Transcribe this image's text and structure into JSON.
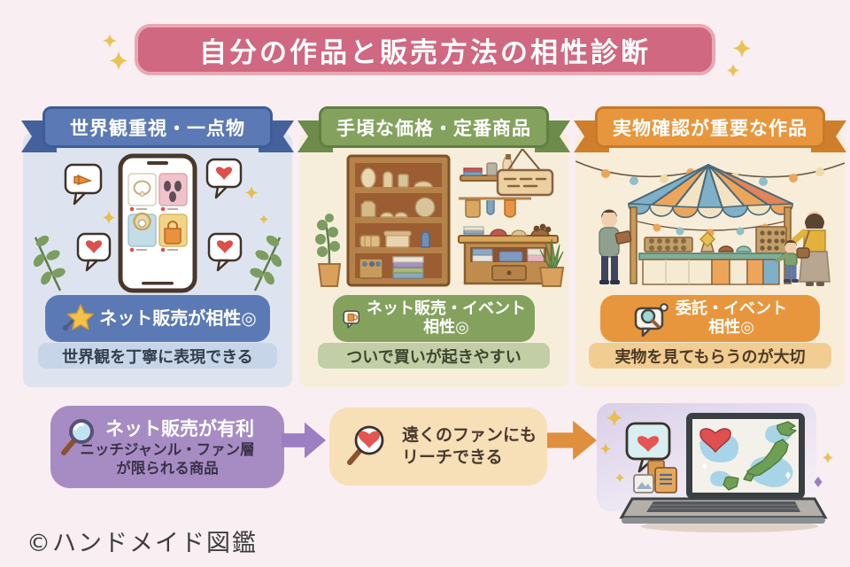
{
  "title": {
    "text": "自分の作品と販売方法の相性診断"
  },
  "columns": [
    {
      "banner": "世界観重視・一点物",
      "badge_line1": "ネット販売が相性◎",
      "caption": "世界観を丁寧に表現できる"
    },
    {
      "banner": "手頃な価格・定番商品",
      "badge_line1": "ネット販売・イベント",
      "badge_line2": "相性◎",
      "caption": "ついで買いが起きやすい"
    },
    {
      "banner": "実物確認が重要な作品",
      "badge_line1": "委託・イベント",
      "badge_line2": "相性◎",
      "caption": "実物を見てもらうのが大切"
    }
  ],
  "flow": {
    "advantage": {
      "title": "ネット販売が有利",
      "desc_line1": "ニッチジャンル・ファン層",
      "desc_line2": "が限られる商品"
    },
    "reach": {
      "line1": "遠くのファンにも",
      "line2": "リーチできる"
    }
  },
  "footer": {
    "copyright": "©ハンドメイド図鑑"
  },
  "colors": {
    "title_pink": "#cf6880",
    "col1_blue": "#5b79b4",
    "col2_green": "#84a25e",
    "col3_orange": "#e8963d",
    "purple_box": "#a78cc4",
    "peach_box": "#f7dfb8",
    "heart_red": "#e35652"
  }
}
